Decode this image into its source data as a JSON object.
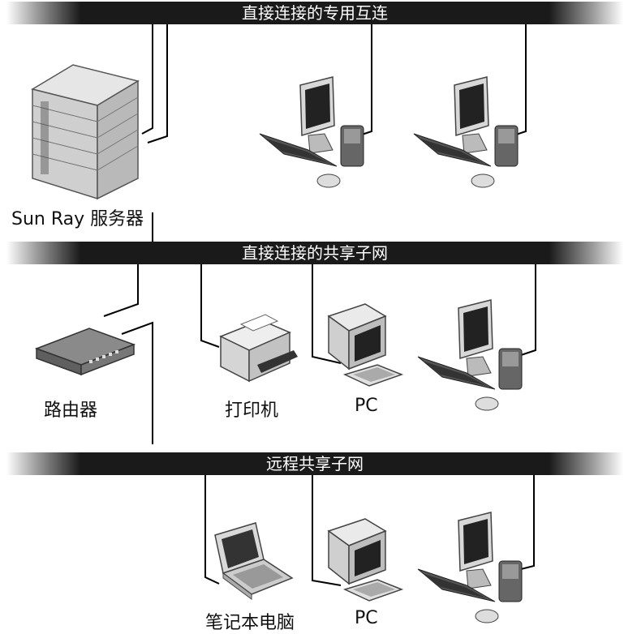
{
  "bars": {
    "interconnect": "直接连接的专用互连",
    "shared": "直接连接的共享子网",
    "remote": "远程共享子网"
  },
  "labels": {
    "server": "Sun Ray 服务器",
    "router": "路由器",
    "printer": "打印机",
    "pc1": "PC",
    "laptop": "笔记本电脑",
    "pc2": "PC"
  },
  "colors": {
    "bar": "#1a1a1a",
    "bar_text": "#ffffff",
    "line": "#000000"
  },
  "icons": [
    "server-rack-icon",
    "sun-ray-client-icon",
    "router-icon",
    "printer-icon",
    "pc-icon",
    "laptop-icon"
  ]
}
